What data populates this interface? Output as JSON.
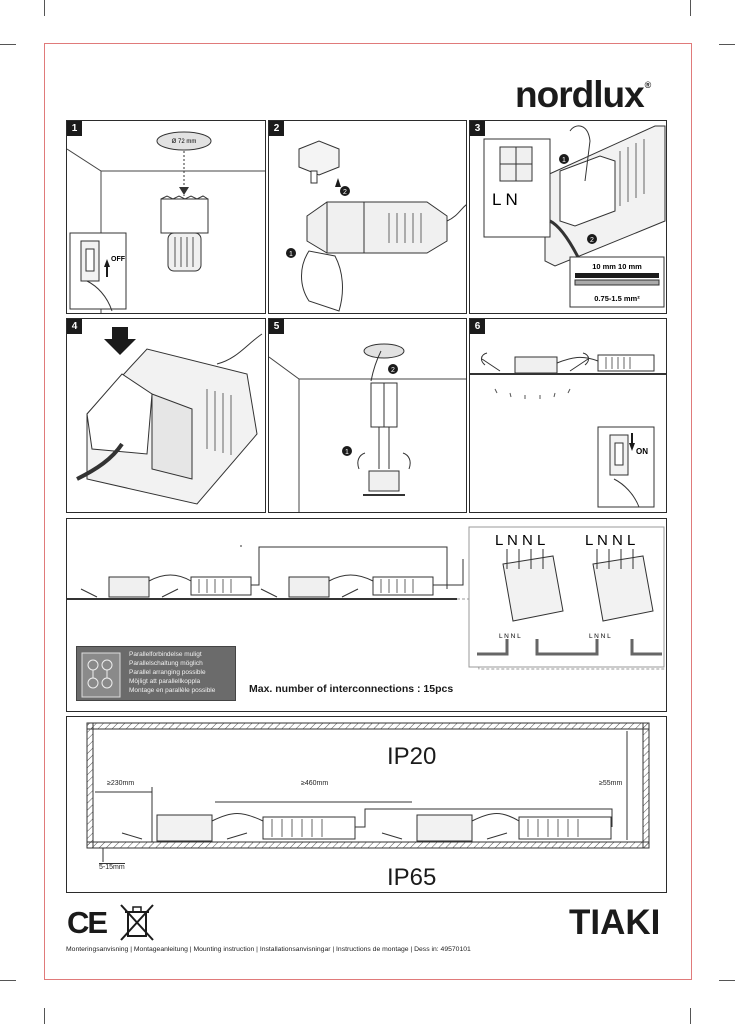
{
  "brand": {
    "name": "nordlux",
    "mark": "®"
  },
  "steps": [
    "1",
    "2",
    "3",
    "4",
    "5",
    "6"
  ],
  "step1": {
    "hole_size": "Ø 72 mm",
    "switch_label": "OFF"
  },
  "step3": {
    "terminal_letters": "L  N",
    "strip_length": "10 mm  10 mm",
    "wire_gauge": "0.75-1.5 mm²"
  },
  "step6": {
    "switch_label": "ON"
  },
  "wiring": {
    "terminal_top": [
      "L N N L",
      "L N N L"
    ],
    "terminal_bottom": [
      "L N N L",
      "L N N L"
    ]
  },
  "parallel": {
    "lines": [
      "Parallelforbindelse muligt",
      "Parallelschaltung möglich",
      "Parallel arranging possible",
      "Möjligt att parallellkoppla",
      "Montage en parallèle possible"
    ],
    "max_interconnections": "Max. number of interconnections : 15pcs"
  },
  "install": {
    "ip_top": "IP20",
    "ip_bottom": "IP65",
    "dim_left": "≥230mm",
    "dim_middle": "≥460mm",
    "dim_right": "≥55mm",
    "dim_ceiling": "5-15mm"
  },
  "product_name": "TIAKI",
  "ce_mark": "CE",
  "footer": "Monteringsanvisning | Montageanleitung | Mounting instruction | Installationsanvisningar | Instructions de montage | Dess in: 49570101"
}
